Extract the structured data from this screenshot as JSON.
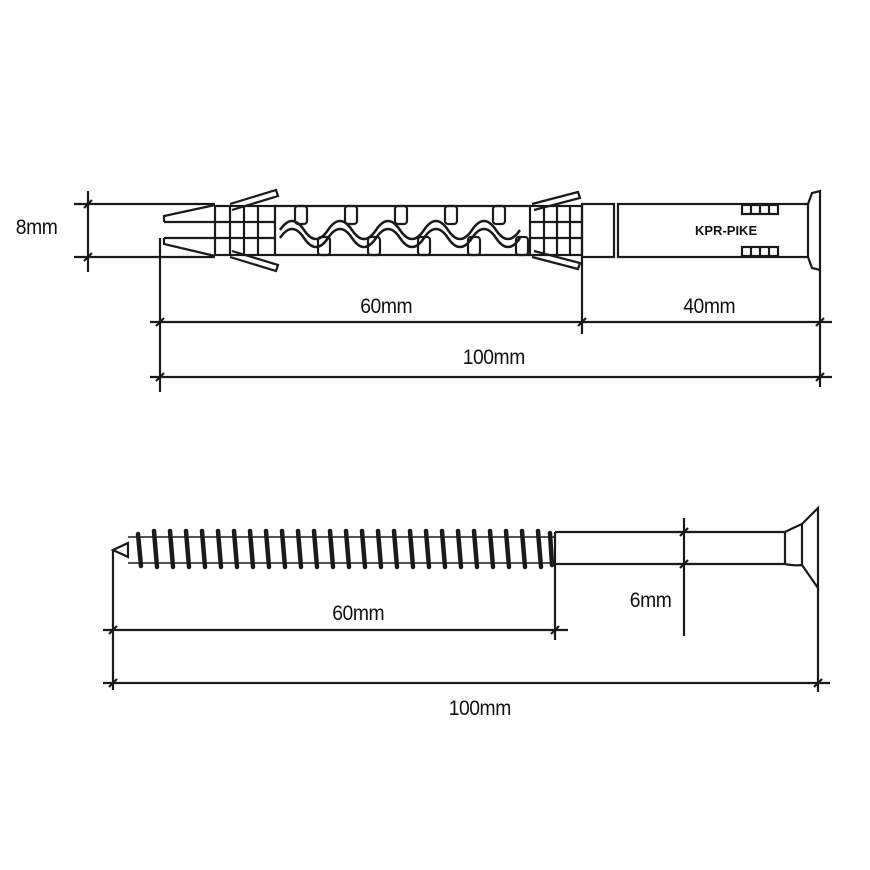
{
  "drawing": {
    "plug": {
      "name": "frame-plug-anchor",
      "brand_label": "KPR-PIKE",
      "diameter_label": "8mm",
      "expansion_length_label": "60mm",
      "sleeve_length_label": "40mm",
      "total_length_label": "100mm"
    },
    "screw": {
      "name": "countersunk-screw",
      "thread_length_label": "60mm",
      "diameter_label": "6mm",
      "total_length_label": "100mm"
    },
    "colors": {
      "line": "#1a1a1a",
      "background": "#ffffff"
    }
  }
}
